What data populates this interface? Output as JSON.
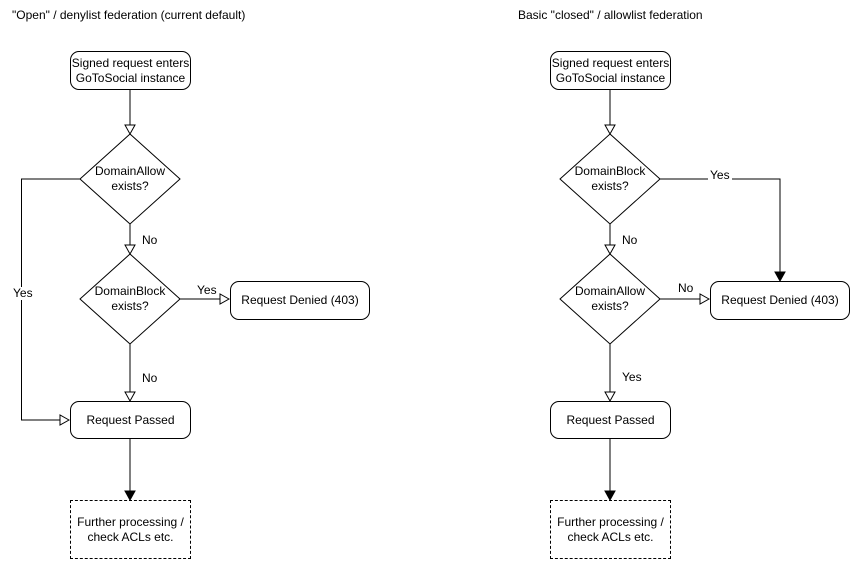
{
  "colors": {
    "stroke": "#000000",
    "text": "#000000",
    "node_fill": "#ffffff",
    "background": "#ffffff"
  },
  "diagram": {
    "left": {
      "title": "\"Open\" / denylist federation (current default)",
      "nodes": {
        "start": {
          "lines": [
            "Signed request enters",
            "GoToSocial instance"
          ]
        },
        "allow_decision": {
          "lines": [
            "DomainAllow",
            "exists?"
          ]
        },
        "block_decision": {
          "lines": [
            "DomainBlock",
            "exists?"
          ]
        },
        "denied": {
          "label": "Request Denied (403)"
        },
        "passed": {
          "label": "Request Passed"
        },
        "further": {
          "lines": [
            "Further processing /",
            "check ACLs etc."
          ]
        }
      },
      "edge_labels": {
        "allow_yes": "Yes",
        "allow_no": "No",
        "block_yes": "Yes",
        "block_no": "No"
      }
    },
    "right": {
      "title": "Basic \"closed\" / allowlist federation",
      "nodes": {
        "start": {
          "lines": [
            "Signed request enters",
            "GoToSocial instance"
          ]
        },
        "block_decision": {
          "lines": [
            "DomainBlock",
            "exists?"
          ]
        },
        "allow_decision": {
          "lines": [
            "DomainAllow",
            "exists?"
          ]
        },
        "denied": {
          "label": "Request Denied (403)"
        },
        "passed": {
          "label": "Request Passed"
        },
        "further": {
          "lines": [
            "Further processing /",
            "check ACLs etc."
          ]
        }
      },
      "edge_labels": {
        "block_yes": "Yes",
        "block_no": "No",
        "allow_no": "No",
        "allow_yes": "Yes"
      }
    }
  }
}
